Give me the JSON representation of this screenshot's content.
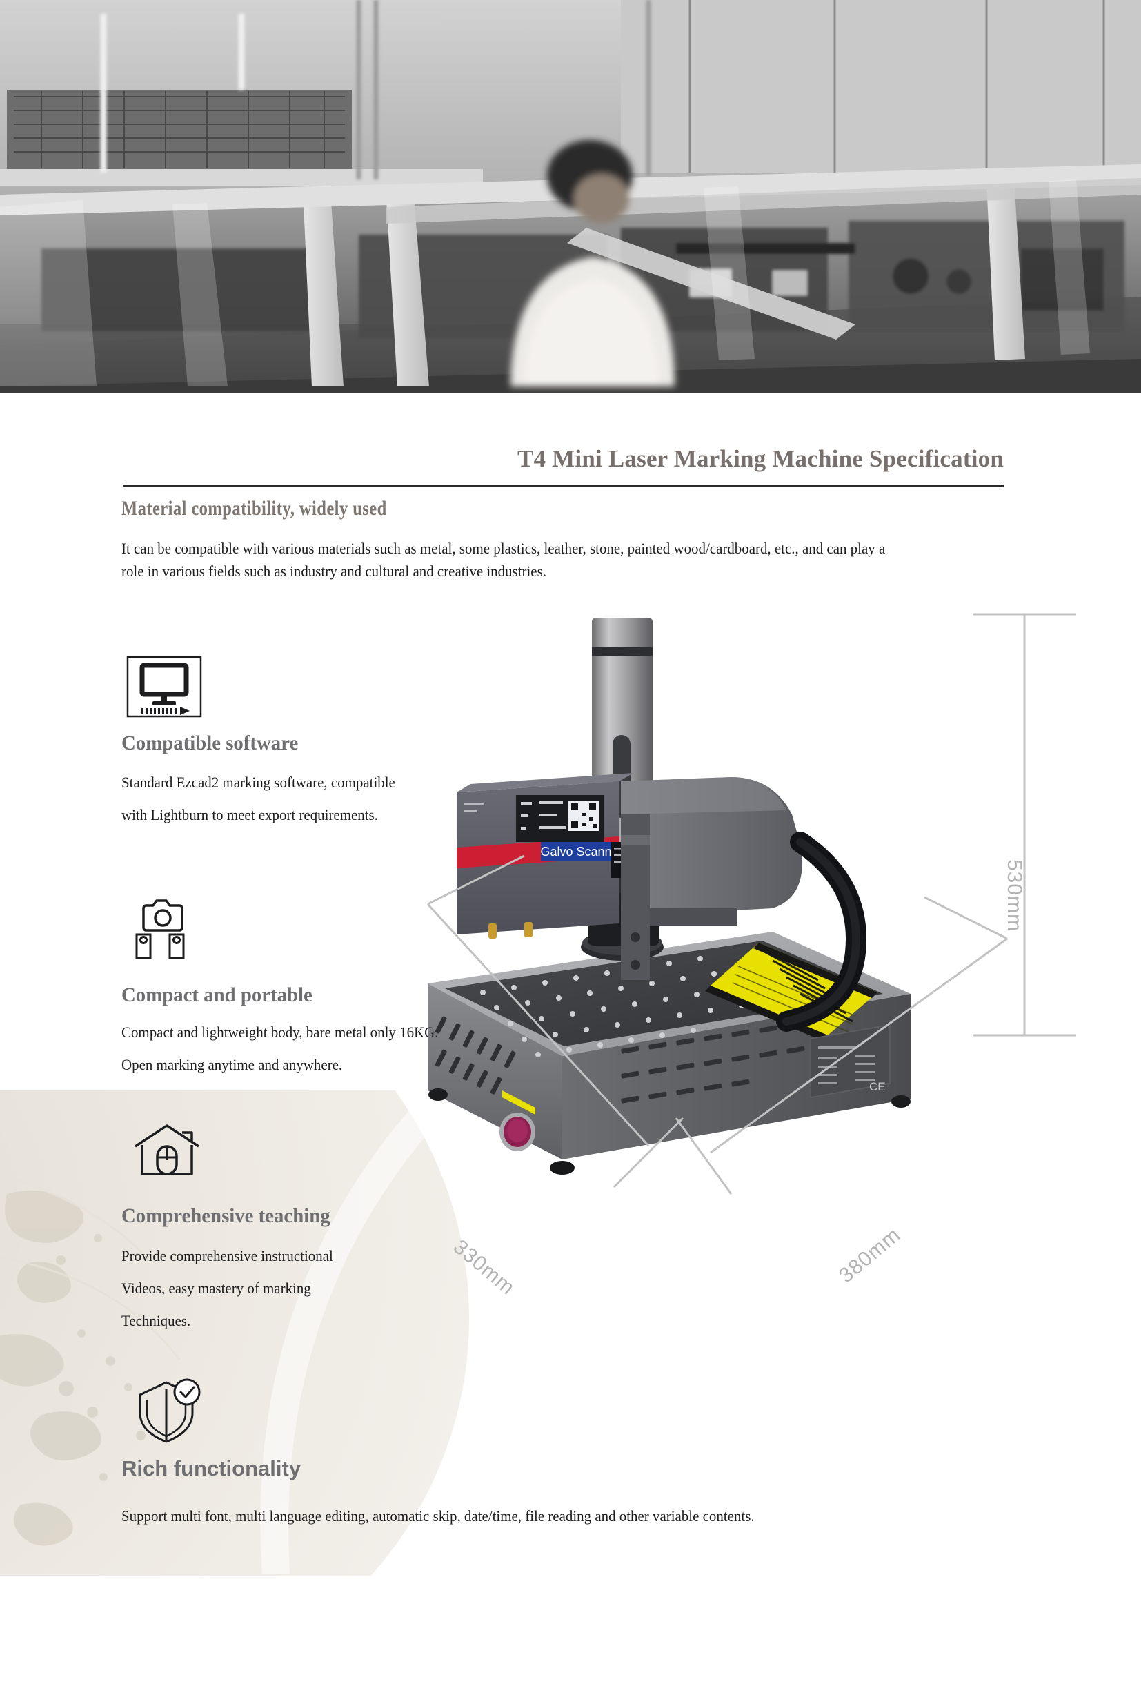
{
  "banner": {
    "alt": "industrial factory floor with worker at machine enclosure, grayscale",
    "caption_visible": false
  },
  "document": {
    "title": "T4 Mini Laser Marking Machine Specification"
  },
  "intro": {
    "heading": "Material compatibility, widely used",
    "paragraph": "It can be compatible with various materials such as metal, some plastics, leather, stone, painted wood/cardboard, etc., and can play a role in various fields such as industry and cultural and creative industries."
  },
  "features": [
    {
      "icon": "monitor-software-icon",
      "heading": "Compatible software",
      "lines": [
        "Standard Ezcad2 marking software, compatible",
        "with Lightburn to meet export requirements."
      ]
    },
    {
      "icon": "camera-portable-icon",
      "heading": "Compact and portable",
      "lines": [
        "Compact and lightweight body, bare metal only 16KG.",
        "Open marking anytime and anywhere."
      ]
    },
    {
      "icon": "house-mouse-icon",
      "heading": "Comprehensive teaching",
      "lines": [
        "Provide comprehensive instructional",
        " Videos, easy mastery of marking",
        " Techniques."
      ]
    },
    {
      "icon": "shield-check-icon",
      "heading": "Rich functionality",
      "lines": [
        "Support multi font, multi language editing, automatic skip, date/time, file reading and other variable contents."
      ]
    }
  ],
  "product": {
    "alt": "T4 mini fiber laser marking machine, gray metal body",
    "galvo_label": "Galvo Scanner",
    "warning_plate": "yellow hazard-striped laser safety label",
    "emergency_button": "magenta emergency stop button"
  },
  "dimensions": {
    "height": "530mm",
    "depth": "330mm",
    "width": "380mm"
  },
  "colors": {
    "title_gray": "#77706c",
    "heading_gray": "#6f6f72",
    "body_black": "#1d1d1f",
    "dim_gray": "#b3b3b3",
    "globe_beige": "#efebe4",
    "galvo_blue": "#1f3f9e",
    "galvo_red": "#cc1f33",
    "warning_yellow": "#e8e000"
  }
}
